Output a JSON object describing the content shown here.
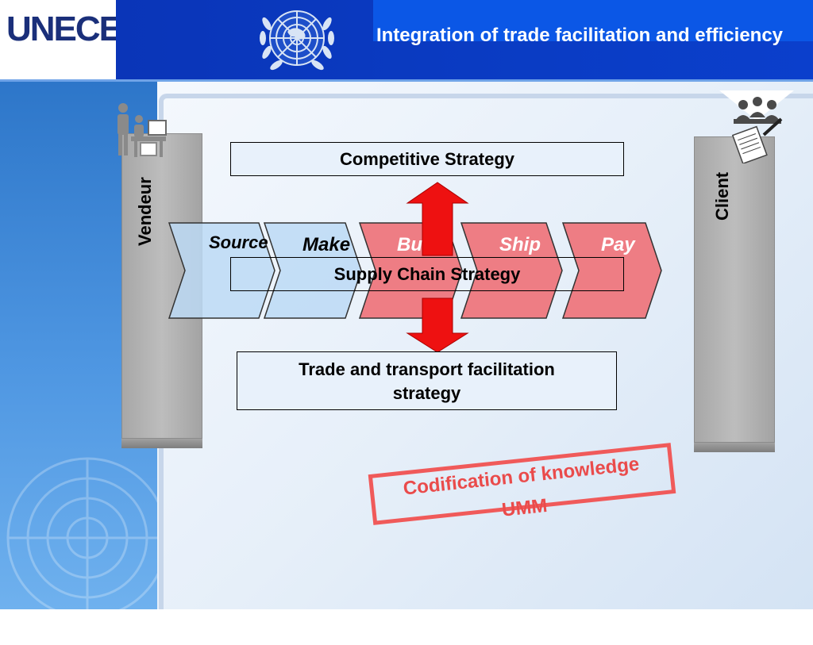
{
  "header": {
    "logo": "UNECE",
    "title": "Integration of trade facilitation and efficiency"
  },
  "pillars": {
    "left_label": "Vendeur",
    "right_label": "Client"
  },
  "boxes": {
    "competitive": "Competitive Strategy",
    "supply_chain": "Supply Chain Strategy",
    "trade_line1": "Trade and transport facilitation",
    "trade_line2": "strategy"
  },
  "chain": {
    "steps": [
      "Source",
      "Make",
      "Bu",
      "Ship",
      "Pay"
    ]
  },
  "codification": {
    "line1": "Codification of knowledge",
    "line2": "UMM"
  },
  "colors": {
    "header_blue": "#0a35b8",
    "title_band": "#0b57e6",
    "chevron_blue": "#bcd9f5",
    "chevron_red": "#ee7d84",
    "arrow_red": "#ee1111",
    "codif_red": "#ea4b4b"
  },
  "icons": {
    "logo": "un-emblem-icon",
    "vendeur": "seller-at-desk-icon",
    "client": "meeting-group-icon"
  }
}
